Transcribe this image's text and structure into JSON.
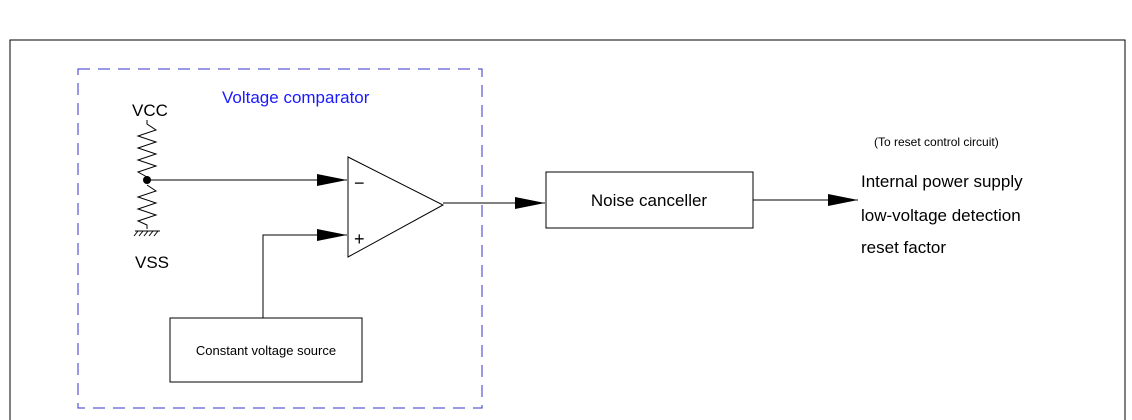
{
  "comparator": {
    "title": "Voltage comparator"
  },
  "rail": {
    "vcc": "VCC",
    "vss": "VSS"
  },
  "opamp": {
    "minus": "−",
    "plus": "+"
  },
  "constant_source": {
    "label": "Constant voltage source"
  },
  "noise": {
    "label": "Noise canceller"
  },
  "output": {
    "note": "(To reset control circuit)",
    "line1": "Internal power supply",
    "line2": "low-voltage detection",
    "line3": "reset factor"
  },
  "colors": {
    "comparator_border": "#3333cc",
    "comparator_label": "#1a1aff",
    "stroke": "#000000"
  }
}
